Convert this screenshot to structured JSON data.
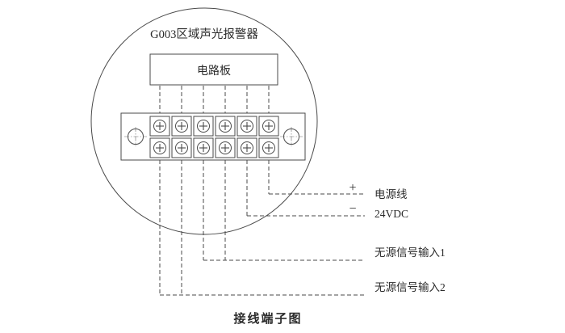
{
  "diagram": {
    "device_title": "G003区域声光报警器",
    "board_label": "电路板",
    "caption": "接线端子图",
    "power": {
      "plus_sign": "+",
      "minus_sign": "−",
      "line_label": "电源线",
      "voltage_label": "24VDC"
    },
    "signals": {
      "input1_label": "无源信号输入1",
      "input2_label": "无源信号输入2"
    },
    "colors": {
      "line": "#4a4a4a",
      "text": "#2b2b2b",
      "background": "#ffffff"
    }
  }
}
